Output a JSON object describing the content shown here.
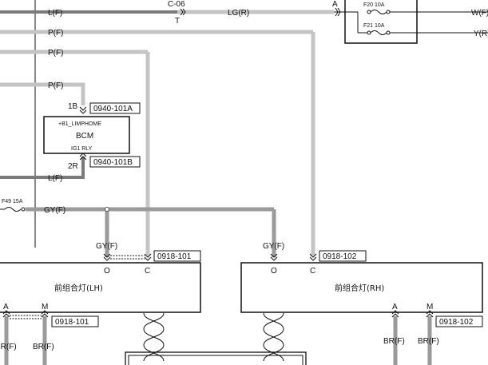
{
  "connectors": {
    "c06": "C-06",
    "c06_pin_a": "A",
    "c06_pin_t": "T",
    "bcm_top": "0940-101A",
    "bcm_bottom": "0940-101B",
    "lamp_lh_top": "0918-101",
    "lamp_rh_top": "0918-102",
    "lamp_lh_bottom": "0918-101",
    "lamp_rh_bottom": "0918-102"
  },
  "wires": {
    "lf_top": "L(F)",
    "lg": "LG(R)",
    "wf": "W(F)",
    "yr": "Y(R)",
    "pf_1": "P(F)",
    "pf_2": "P(F)",
    "pf_3": "P(F)",
    "lf_bcm": "L(F)",
    "gyf_main": "GY(F)",
    "gyf_lh": "GY(F)",
    "gyf_rh": "GY(F)",
    "brf_lh_a": "BR(F)",
    "brf_lh_m": "BR(F)",
    "brf_rh_a": "BR(F)",
    "brf_rh_m": "BR(F)"
  },
  "fuses": {
    "f20": "F20 10A",
    "f21": "F21 10A",
    "f49": "F49 15A"
  },
  "bcm": {
    "pin_top": "1B",
    "pin_bottom": "2R",
    "line1": "+B1_LIMPHOME",
    "name": "BCM",
    "line3": "IG1 RLY"
  },
  "lamp_lh": {
    "label": "前组合灯(LH)",
    "pin_o": "O",
    "pin_c": "C",
    "pin_a": "A",
    "pin_m": "M"
  },
  "lamp_rh": {
    "label": "前组合灯(RH)",
    "pin_o": "O",
    "pin_c": "C",
    "pin_a": "A",
    "pin_m": "M"
  }
}
